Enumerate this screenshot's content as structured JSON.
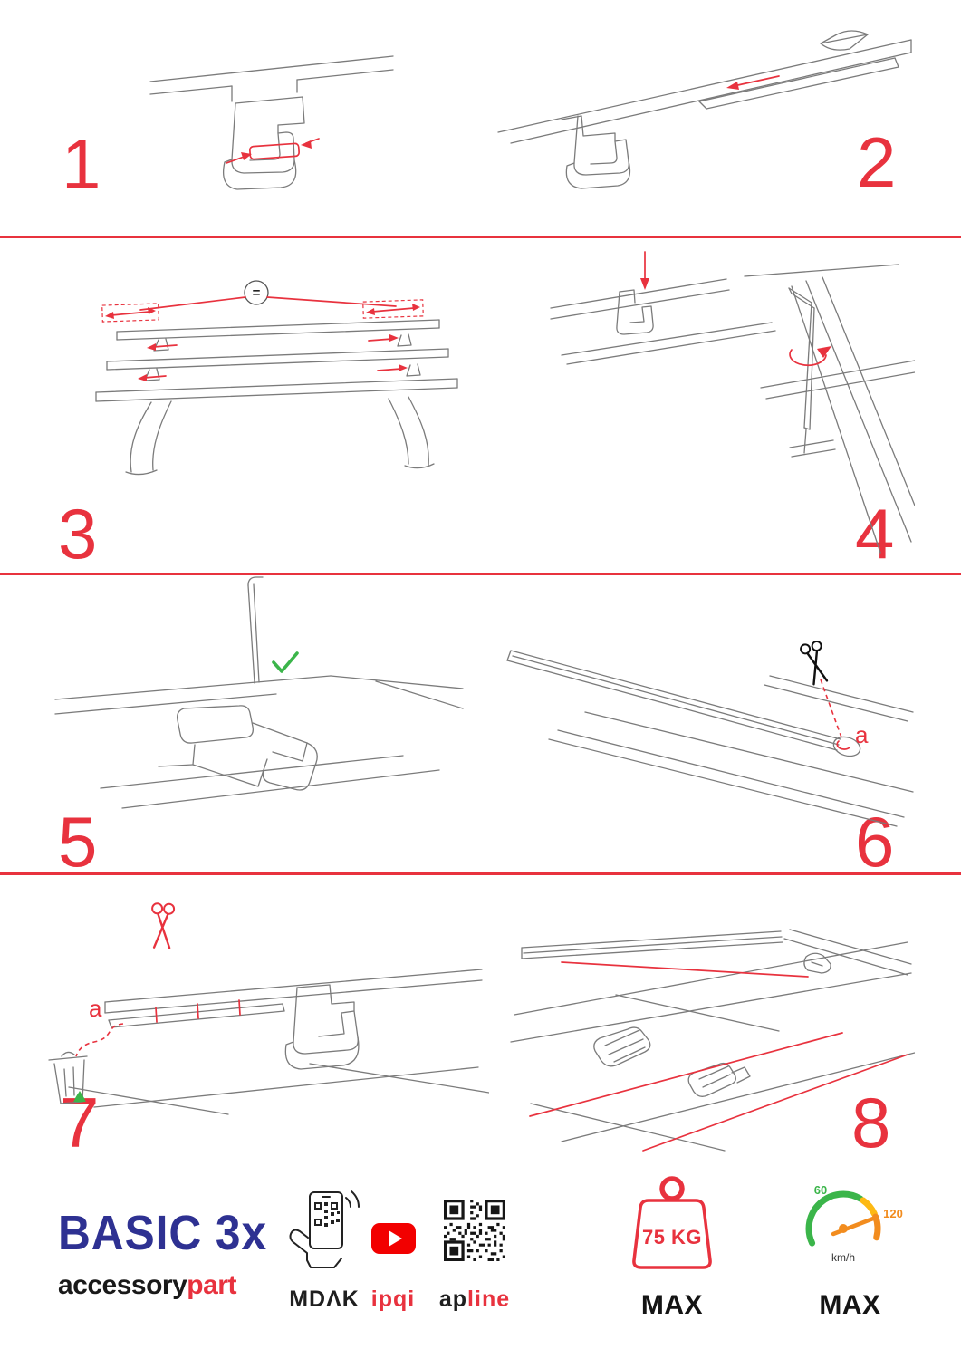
{
  "colors": {
    "accent_red": "#e8323e",
    "brand_blue": "#2e3192",
    "success_green": "#3bb54a",
    "gauge_orange": "#f28c1e",
    "gauge_yellow": "#fdb913",
    "ink": "#191919"
  },
  "steps": [
    {
      "number": "1"
    },
    {
      "number": "2"
    },
    {
      "number": "3"
    },
    {
      "number": "4"
    },
    {
      "number": "5"
    },
    {
      "number": "6"
    },
    {
      "number": "7"
    },
    {
      "number": "8"
    }
  ],
  "annotations": {
    "equal": "=",
    "cut_label_step6": "a",
    "cut_label_step7": "a"
  },
  "footer": {
    "brand": "BASIC 3x",
    "subtitle_black": "accessory",
    "subtitle_red": "part",
    "partner_mdak": "MDΛK",
    "partner_ipqi": "ipqi",
    "partner_ap": "ap",
    "partner_line": "line",
    "weight_value": "75 KG",
    "weight_max": "MAX",
    "speed_low": "60",
    "speed_high": "120",
    "speed_unit": "km/h",
    "speed_max": "MAX"
  }
}
